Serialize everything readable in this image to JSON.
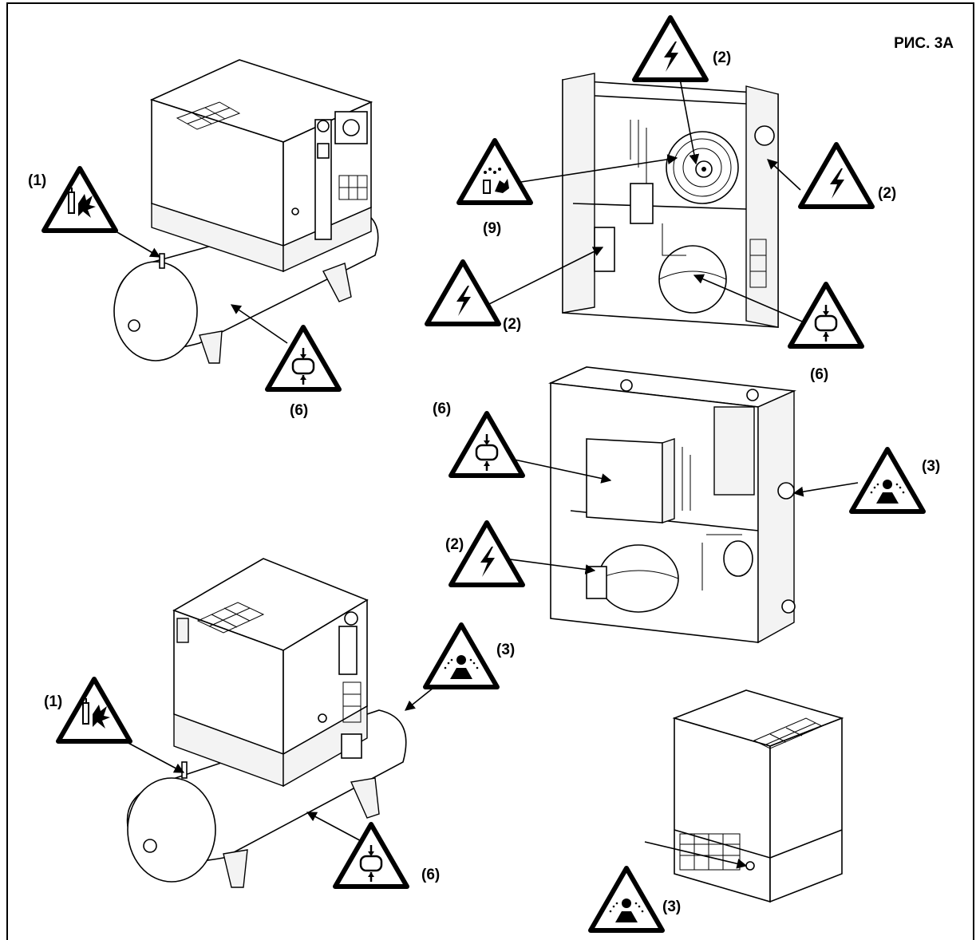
{
  "figure": {
    "title": "РИС. 3А"
  },
  "callouts": [
    {
      "id": "c1a",
      "label": "(1)",
      "symbol": "explosion-hazard-icon"
    },
    {
      "id": "c6a",
      "label": "(6)",
      "symbol": "pressure-vessel-icon"
    },
    {
      "id": "c2a",
      "label": "(2)",
      "symbol": "electric-hazard-icon"
    },
    {
      "id": "c9",
      "label": "(9)",
      "symbol": "refrigerant-hazard-icon"
    },
    {
      "id": "c2b",
      "label": "(2)",
      "symbol": "electric-hazard-icon"
    },
    {
      "id": "c2c",
      "label": "(2)",
      "symbol": "electric-hazard-icon"
    },
    {
      "id": "c6b",
      "label": "(6)",
      "symbol": "pressure-vessel-icon"
    },
    {
      "id": "c6c",
      "label": "(6)",
      "symbol": "pressure-vessel-icon"
    },
    {
      "id": "c3a",
      "label": "(3)",
      "symbol": "air-ejection-hazard-icon"
    },
    {
      "id": "c2d",
      "label": "(2)",
      "symbol": "electric-hazard-icon"
    },
    {
      "id": "c3b",
      "label": "(3)",
      "symbol": "air-ejection-hazard-icon"
    },
    {
      "id": "c1b",
      "label": "(1)",
      "symbol": "explosion-hazard-icon"
    },
    {
      "id": "c6d",
      "label": "(6)",
      "symbol": "pressure-vessel-icon"
    },
    {
      "id": "c3c",
      "label": "(3)",
      "symbol": "air-ejection-hazard-icon"
    }
  ]
}
